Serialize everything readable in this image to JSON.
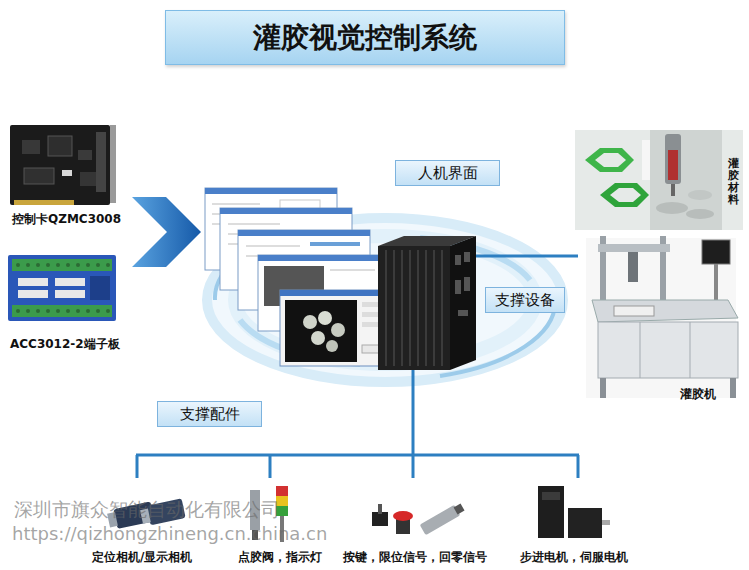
{
  "diagram": {
    "title": "灌胶视觉控制系统",
    "nodes": [
      {
        "text": [
          "人机界面"
        ]
      },
      {
        "text": [
          "支撑设备"
        ]
      },
      {
        "text": [
          "支撑配件"
        ]
      }
    ],
    "labels": [
      "控制卡QZMC3008",
      "ACC3012-2端子板",
      "灌胶材料",
      "灌胶机",
      "定位相机/显示相机",
      "点胶阀，指示灯",
      "按键，限位信号，回零信号",
      "步进电机，伺服电机",
      "深圳市旗众智能自动化有限公司",
      "https://qizhongzhineng.cn.china.cn"
    ]
  }
}
